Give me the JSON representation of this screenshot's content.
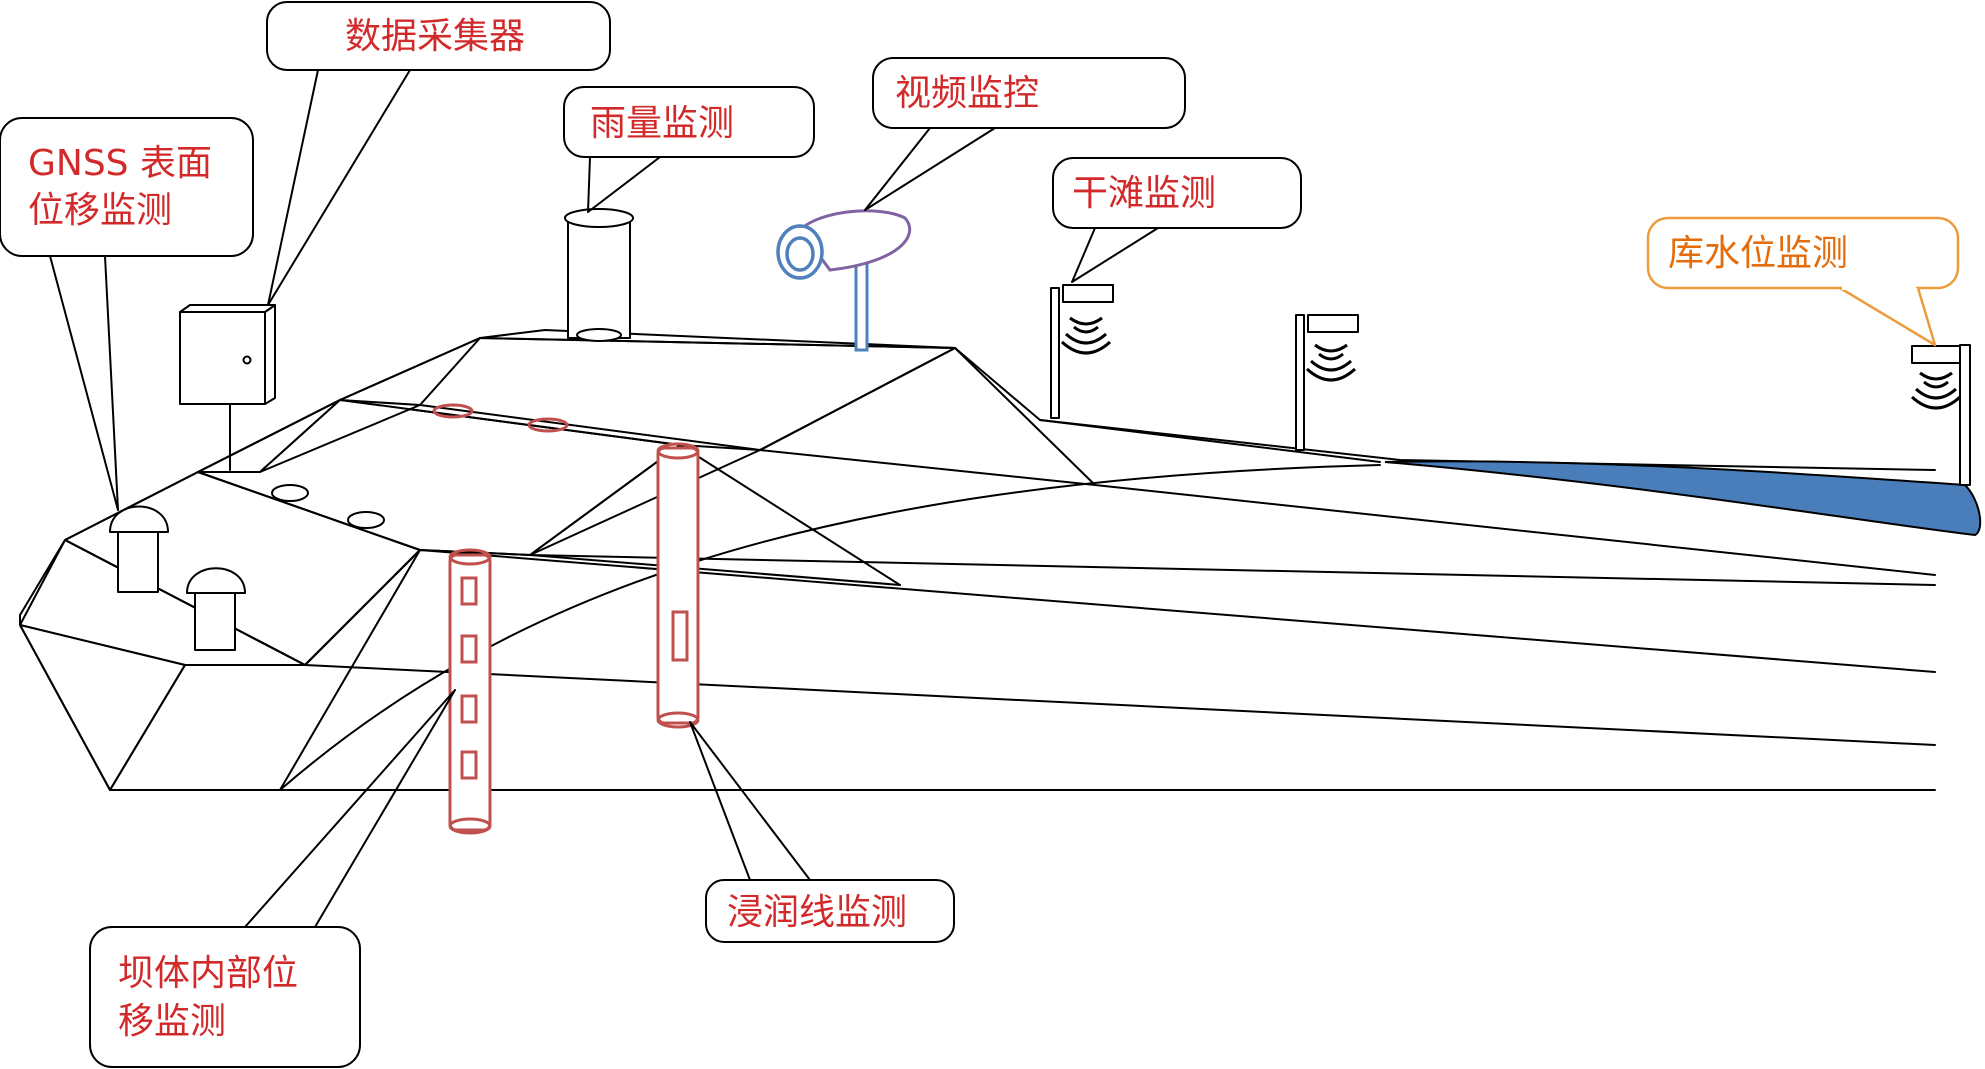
{
  "labels": {
    "gnss_line1": "GNSS 表面",
    "gnss_line2": "位移监测",
    "data_collector": "数据采集器",
    "rain_gauge": "雨量监测",
    "video": "视频监控",
    "dry_beach": "干滩监测",
    "reservoir_level": "库水位监测",
    "seepage": "浸润线监测",
    "internal_disp_line1": "坝体内部位",
    "internal_disp_line2": "移监测"
  },
  "colors": {
    "label_red": "#D22A2A",
    "label_orange": "#E46C0A",
    "sensor_red": "#C0504D",
    "camera_blue": "#4F81BD",
    "water_blue": "#4A7EBB",
    "line_black": "#000000"
  }
}
